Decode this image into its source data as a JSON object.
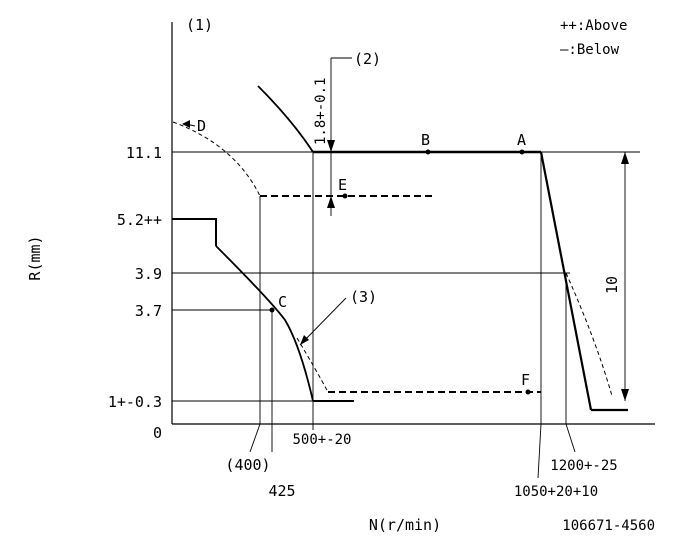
{
  "title": "(1)",
  "legend": {
    "above": "++:Above",
    "below": "—:Below"
  },
  "axes": {
    "ylabel": "R(mm)",
    "xlabel": "N(r/min)",
    "yticks": [
      "11.1",
      "5.2++",
      "3.9",
      "3.7",
      "1+-0.3",
      "0"
    ],
    "xticks": [
      "(400)",
      "425",
      "500+-20",
      "1050+20+10",
      "1200+-25"
    ]
  },
  "annotations": {
    "note2": "(2)",
    "note3": "(3)",
    "gap": "1.8+-0.1",
    "span": "10"
  },
  "points": {
    "A": "A",
    "B": "B",
    "C": "C",
    "D": "D",
    "E": "E",
    "F": "F"
  },
  "figure_id": "106671-4560",
  "colors": {
    "line": "#000000",
    "background": "#ffffff"
  }
}
